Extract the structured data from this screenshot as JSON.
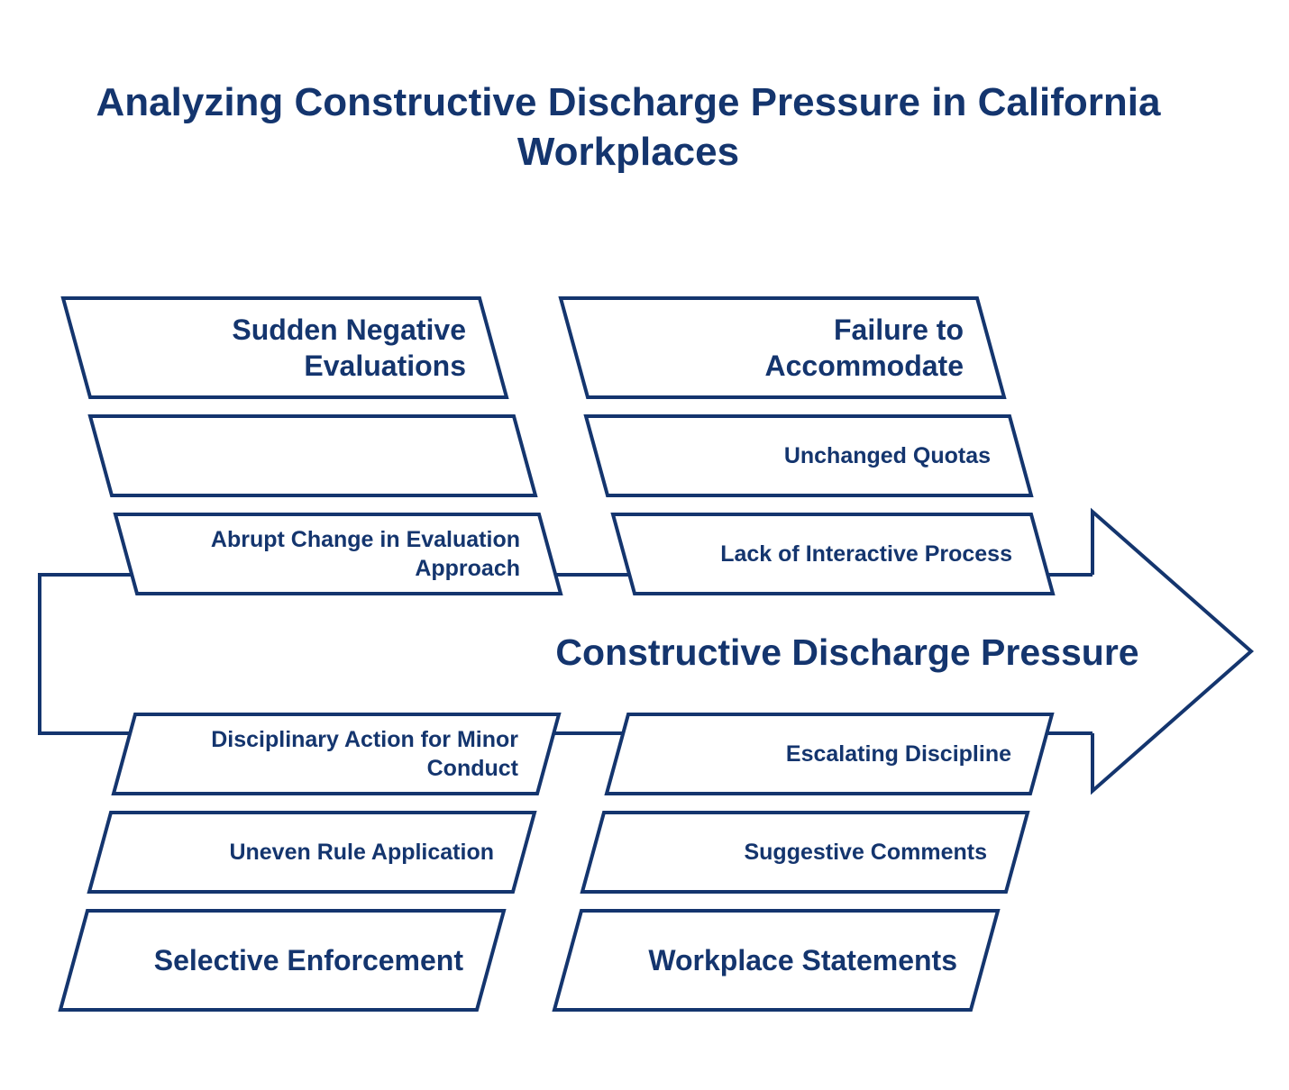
{
  "title": "Analyzing Constructive Discharge Pressure in California Workplaces",
  "colors": {
    "navy": "#14356E",
    "background": "#FFFFFF"
  },
  "diagram": {
    "arrow_label": "Constructive Discharge Pressure",
    "top_left": {
      "header": "Sudden Negative\nEvaluations",
      "row2": "",
      "row3": "Abrupt Change in Evaluation\nApproach"
    },
    "top_right": {
      "header": "Failure to\nAccommodate",
      "row2": "Unchanged Quotas",
      "row3": "Lack of Interactive Process"
    },
    "bottom_left": {
      "row4": "Disciplinary Action for Minor\nConduct",
      "row5": "Uneven Rule Application",
      "header": "Selective Enforcement"
    },
    "bottom_right": {
      "row4": "Escalating Discipline",
      "row5": "Suggestive Comments",
      "header": "Workplace Statements"
    }
  }
}
